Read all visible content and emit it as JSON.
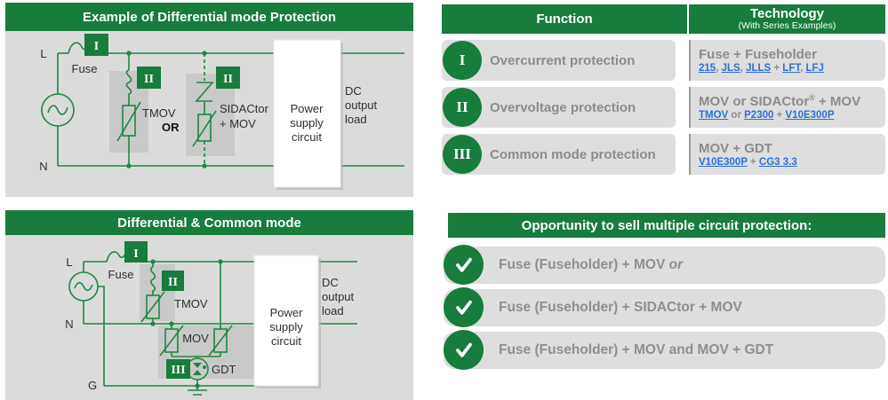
{
  "colors": {
    "green": "#177C3C",
    "panel_gray": "#DBDBDB",
    "row_gray": "#DEDEDE",
    "highlight_gray": "#C9C9C9",
    "text_gray": "#8C8C8C",
    "link_blue": "#2F6FD6",
    "line_green": "#1F8740"
  },
  "diff": {
    "title": "Example of Differential mode Protection",
    "labels": {
      "l": "L",
      "n": "N",
      "fuse": "Fuse",
      "tmov": "TMOV",
      "or": "OR",
      "sidactor1": "SIDACtor",
      "sidactor2": "+ MOV",
      "power1": "Power",
      "power2": "supply",
      "power3": "circuit",
      "dc1": "DC",
      "dc2": "output",
      "dc3": "load",
      "badge_i": "I",
      "badge_ii_1": "II",
      "badge_ii_2": "II"
    }
  },
  "common": {
    "title": "Differential & Common mode",
    "labels": {
      "l": "L",
      "n": "N",
      "g": "G",
      "fuse": "Fuse",
      "tmov": "TMOV",
      "mov": "MOV",
      "gdt": "GDT",
      "power1": "Power",
      "power2": "supply",
      "power3": "circuit",
      "dc1": "DC",
      "dc2": "output",
      "dc3": "load",
      "badge_i": "I",
      "badge_ii": "II",
      "badge_iii": "III"
    }
  },
  "table": {
    "header": {
      "function": "Function",
      "technology": "Technology",
      "technology_sub": "(With Series Examples)"
    },
    "rows": [
      {
        "numeral": "I",
        "function": "Overcurrent protection",
        "tech_pre": "Fuse + Fuseholder",
        "tech_sup": "",
        "tech_post": "",
        "links": [
          {
            "t": "215",
            "link": true
          },
          {
            "t": ", ",
            "link": false
          },
          {
            "t": "JLS",
            "link": true
          },
          {
            "t": ", ",
            "link": false
          },
          {
            "t": "JLLS",
            "link": true
          },
          {
            "t": " + ",
            "link": false
          },
          {
            "t": "LFT",
            "link": true
          },
          {
            "t": ", ",
            "link": false
          },
          {
            "t": "LFJ",
            "link": true
          }
        ]
      },
      {
        "numeral": "II",
        "function": "Overvoltage protection",
        "tech_pre": "MOV or SIDACtor",
        "tech_sup": "®",
        "tech_post": " + MOV",
        "links": [
          {
            "t": "TMOV",
            "link": true
          },
          {
            "t": " or ",
            "link": false
          },
          {
            "t": "P2300",
            "link": true
          },
          {
            "t": " + ",
            "link": false
          },
          {
            "t": "V10E300P",
            "link": true
          }
        ]
      },
      {
        "numeral": "III",
        "function": "Common mode protection",
        "tech_pre": "MOV + GDT",
        "tech_sup": "",
        "tech_post": "",
        "links": [
          {
            "t": "V10E300P",
            "link": true
          },
          {
            "t": " + ",
            "link": false
          },
          {
            "t": "CG3 3.3",
            "link": true
          }
        ]
      }
    ]
  },
  "opportunity": {
    "title": "Opportunity to sell multiple circuit protection:",
    "items": [
      {
        "text": "Fuse (Fuseholder) + MOV ",
        "italic": "or"
      },
      {
        "text": "Fuse (Fuseholder) + SIDACtor + MOV",
        "italic": ""
      },
      {
        "text": "Fuse (Fuseholder) + MOV and MOV + GDT",
        "italic": ""
      }
    ]
  }
}
